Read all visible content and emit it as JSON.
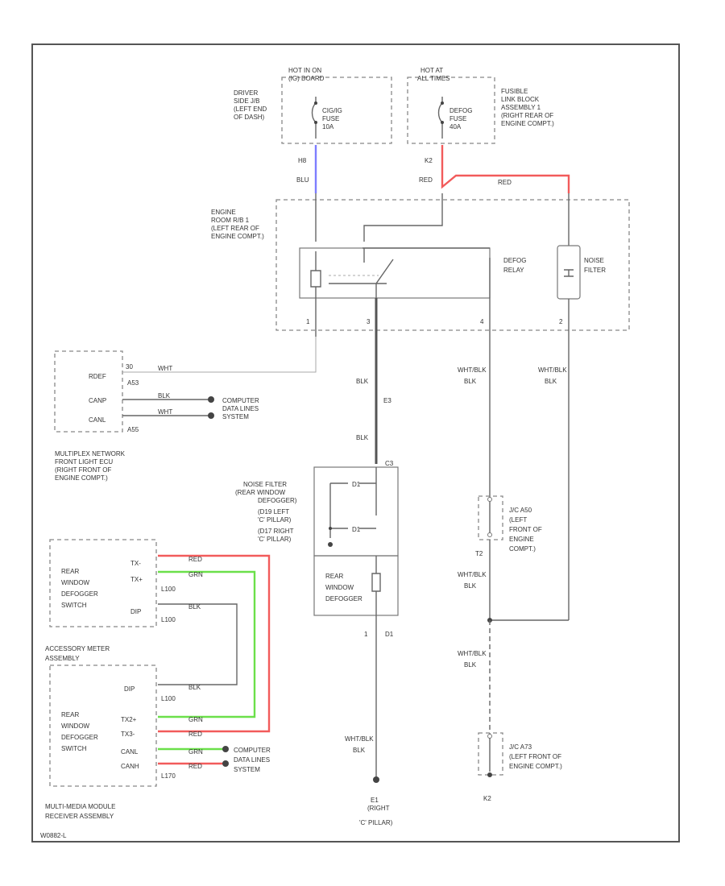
{
  "colors": {
    "red": "#f25b5b",
    "green": "#6be04a",
    "blue": "#7d7dff"
  },
  "fuses": {
    "hot_in_on": "HOT IN ON",
    "ign_label": "(IG) BOARD",
    "cap_location": "DRIVER SIDE J/B (LEFT END OF DASH)",
    "cap_loc_lines": [
      "DRIVER",
      "SIDE J/B",
      "(LEFT END",
      "OF DASH)"
    ],
    "fuse1_lines": [
      "CIG/IG",
      "FUSE",
      "10A"
    ],
    "hot_at_all": "HOT AT",
    "hot_at_all_2": "ALL TIMES",
    "fuse2_lines": [
      "DEFOG",
      "FUSE",
      "40A"
    ],
    "fusible_lines": [
      "FUSIBLE",
      "LINK BLOCK",
      "ASSEMBLY 1",
      "(RIGHT REAR OF",
      "ENGINE COMPT.)"
    ]
  },
  "wires": {
    "h8": "H8",
    "blu": "BLU",
    "k2": "K2",
    "red": "RED",
    "blk": "BLK",
    "wht": "WHT",
    "grn": "GRN",
    "wht_blk": "WHT/BLK"
  },
  "relay": {
    "engine_lines": [
      "ENGINE",
      "ROOM R/B 1",
      "(LEFT REAR OF",
      "ENGINE COMPT.)"
    ],
    "defog_lines": [
      "DEFOG",
      "RELAY"
    ],
    "noise_lines": [
      "NOISE",
      "FILTER"
    ],
    "pins": [
      "1",
      "3",
      "4",
      "2"
    ]
  },
  "ecu": {
    "rdef": "RDEF",
    "pin30": "30",
    "a53": "A53",
    "canp": "CANP",
    "canl": "CANL",
    "a55": "A55",
    "computer_lines": [
      "COMPUTER",
      "DATA LINES",
      "SYSTEM"
    ],
    "name_lines": [
      "MULTIPLEX NETWORK",
      "FRONT LIGHT ECU",
      "(RIGHT FRONT OF",
      "ENGINE COMPT.)"
    ]
  },
  "connector": {
    "e3": "E3",
    "c3": "C3"
  },
  "noise_filter": {
    "lines": [
      "NOISE FILTER",
      "(REAR WINDOW",
      "DEFOGGER)",
      "(D19 LEFT",
      "'C' PILLAR)",
      "(D17 RIGHT",
      "'C' PILLAR)"
    ]
  },
  "rear_defogger": {
    "lines": [
      "REAR",
      "WINDOW",
      "DEFOGGER"
    ],
    "d1": "D1"
  },
  "switch1": {
    "lines": [
      "REAR",
      "WINDOW",
      "DEFOGGER",
      "SWITCH"
    ],
    "tx": "TX-",
    "txp": "TX+",
    "l100": "L100",
    "dip": "DIP",
    "l100b": "L100"
  },
  "accessory": {
    "lines": [
      "ACCESSORY METER",
      "ASSEMBLY"
    ]
  },
  "switch2": {
    "lines": [
      "REAR",
      "WINDOW",
      "DEFOGGER",
      "SWITCH"
    ],
    "dip": "DIP",
    "l100": "L100",
    "txp": "TX2+",
    "txm": "TX3-",
    "canl": "CANL",
    "canh": "CANH",
    "l70": "L170",
    "computer_lines": [
      "COMPUTER",
      "DATA LINES",
      "SYSTEM"
    ],
    "name_lines": [
      "MULTI-MEDIA MODULE",
      "RECEIVER ASSEMBLY"
    ]
  },
  "grounds": {
    "e1_lines": [
      "E1",
      "(RIGHT",
      "'C' PILLAR)"
    ],
    "jc_a_lines": [
      "J/C A50",
      "(LEFT",
      "FRONT OF",
      "ENGINE",
      "COMPT.)"
    ],
    "jc_b_lines": [
      "J/C A73",
      "(LEFT FRONT OF",
      "ENGINE COMPT.)"
    ],
    "k2": "K2",
    "t2": "T2"
  },
  "footer": {
    "code": "W0882-L"
  }
}
